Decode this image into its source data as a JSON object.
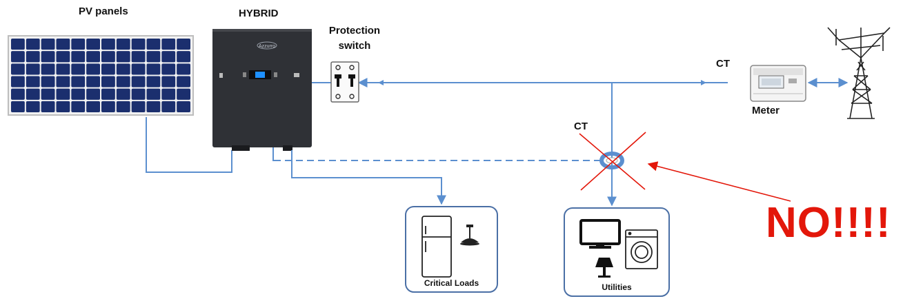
{
  "labels": {
    "pv_panels": "PV panels",
    "hybrid": "HYBRID",
    "protection_switch_line1": "Protection",
    "protection_switch_line2": "switch",
    "ct_grid": "CT",
    "ct_loads": "CT",
    "meter": "Meter",
    "critical_loads": "Critical Loads",
    "utilities": "Utilities",
    "warning": "NO!!!!",
    "inverter_logo": "Azzurro"
  },
  "colors": {
    "wire": "#5b8fcf",
    "warning_red": "#e3170a",
    "inverter_body": "#2f3136",
    "panel_cell": "#1b2f6e",
    "box_border": "#4a6fa5",
    "display": "#1e90ff"
  },
  "icons": [
    "solar-panel-icon",
    "hybrid-inverter-icon",
    "breaker-icon",
    "meter-icon",
    "pylon-icon",
    "fridge-icon",
    "ceiling-lamp-icon",
    "monitor-icon",
    "washing-machine-icon",
    "lamp-icon",
    "ct-clamp-icon"
  ]
}
